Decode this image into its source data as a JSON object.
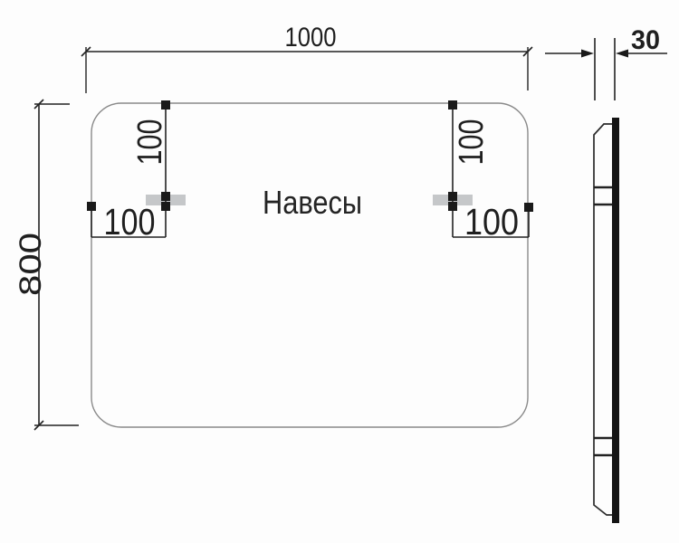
{
  "drawing": {
    "type": "technical-dimension-drawing",
    "front_view": {
      "center_label": "Навесы",
      "width": {
        "value": "1000"
      },
      "height": {
        "value": "800"
      },
      "left_hanger": {
        "top_offset": "100",
        "side_offset": "100"
      },
      "right_hanger": {
        "top_offset": "100",
        "side_offset": "100"
      }
    },
    "side_view": {
      "thickness": {
        "value": "30"
      }
    }
  },
  "colors": {
    "background": "#fdfdfd",
    "outline": "#8a8a8a",
    "dimension": "#222222",
    "text": "#1f1f1f",
    "hanger_fill": "#c5c7c9",
    "glass": "#141414"
  }
}
